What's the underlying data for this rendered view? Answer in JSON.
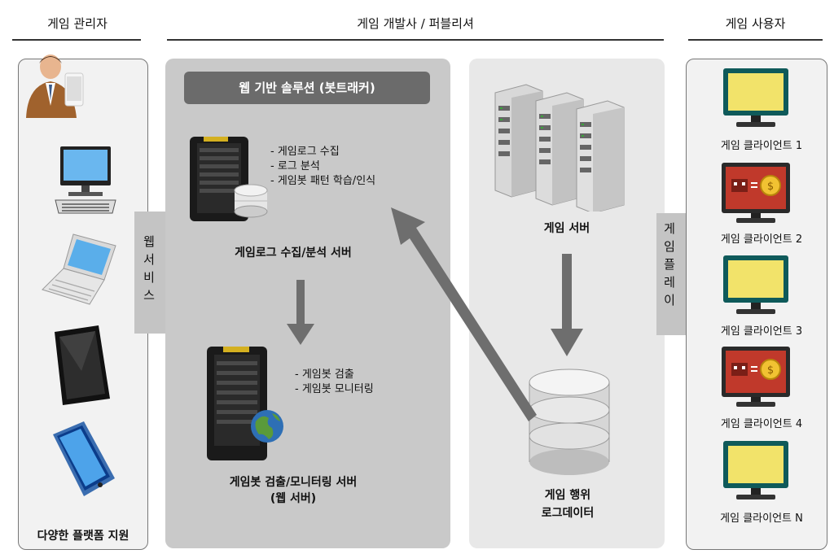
{
  "headers": {
    "admin": "게임 관리자",
    "developer": "게임 개발사 / 퍼블리셔",
    "user": "게임 사용자"
  },
  "admin_panel": {
    "footer": "다양한 플랫폼 지원",
    "web_service_chars": [
      "웹",
      "서",
      "비",
      "스"
    ]
  },
  "solution_panel": {
    "title": "웹 기반 솔루션 (봇트래커)",
    "log_server": {
      "bullets": [
        "- 게임로그 수집",
        "- 로그 분석",
        "- 게임봇 패턴 학습/인식"
      ],
      "label": "게임로그 수집/분석 서버"
    },
    "monitor_server": {
      "bullets": [
        "- 게임봇 검출",
        "- 게임봇 모니터링"
      ],
      "label_line1": "게임봇 검출/모니터링 서버",
      "label_line2": "(웹 서버)"
    }
  },
  "game_panel": {
    "server_label": "게임 서버",
    "db_label_line1": "게임 행위",
    "db_label_line2": "로그데이터"
  },
  "game_play_chars": [
    "게",
    "임",
    "플",
    "레",
    "이"
  ],
  "clients": [
    {
      "label": "게임 클라이언트 1",
      "type": "normal"
    },
    {
      "label": "게임 클라이언트 2",
      "type": "bot"
    },
    {
      "label": "게임 클라이언트 3",
      "type": "normal"
    },
    {
      "label": "게임 클라이언트 4",
      "type": "bot"
    },
    {
      "label": "게임 클라이언트 N",
      "type": "normal"
    }
  ],
  "colors": {
    "panel_dark": "#c9c9c9",
    "panel_light": "#e8e8e8",
    "arrow": "#6e6e6e",
    "title_bar": "#6b6b6b",
    "monitor_normal": "#f2e36a",
    "monitor_bot": "#c0392b"
  }
}
